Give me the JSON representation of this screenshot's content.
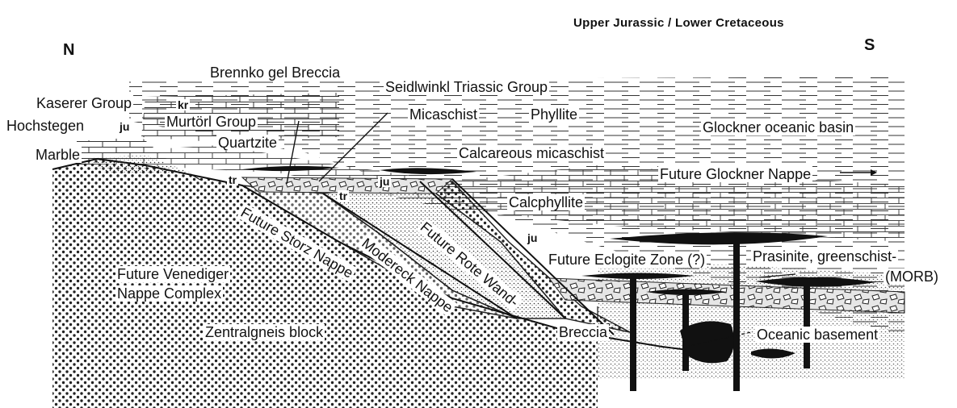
{
  "title": "Upper Jurassic / Lower Cretaceous",
  "directions": {
    "north": "N",
    "south": "S"
  },
  "labels": {
    "brennkogel": "Brennko gel Breccia",
    "seidlwinkl": "Seidlwinkl Triassic Group",
    "kaserer": "Kaserer Group",
    "kr": "kr",
    "hochstegen": "Hochstegen",
    "ju_left": "ju",
    "murtoerl": "Murtörl Group",
    "micaschist": "Micaschist",
    "phyllite": "Phyllite",
    "glockner_basin": "Glockner oceanic basin",
    "marble": "Marble",
    "quartzite": "Quartzite",
    "calc_micaschist": "Calcareous micaschist",
    "future_glockner": "Future Glockner Nappe",
    "tr_left": "tr",
    "tr_mid": "tr",
    "ju_mid": "ju",
    "calcphyllite": "Calcphyllite",
    "ju_right": "ju",
    "future_storz": "Future Storz Nappe",
    "modereck": "Modereck Nappe",
    "future_rote": "Future Rote Wand-",
    "future_eclogite": "Future Eclogite Zone (?)",
    "prasinite": "Prasinite, greenschist-",
    "morb": "(MORB)",
    "venediger_1": "Future Venediger",
    "venediger_2": "Nappe Complex",
    "zentralgneis": "Zentralgneis block",
    "breccia": "Breccia",
    "oceanic_basement": "Oceanic basement"
  }
}
